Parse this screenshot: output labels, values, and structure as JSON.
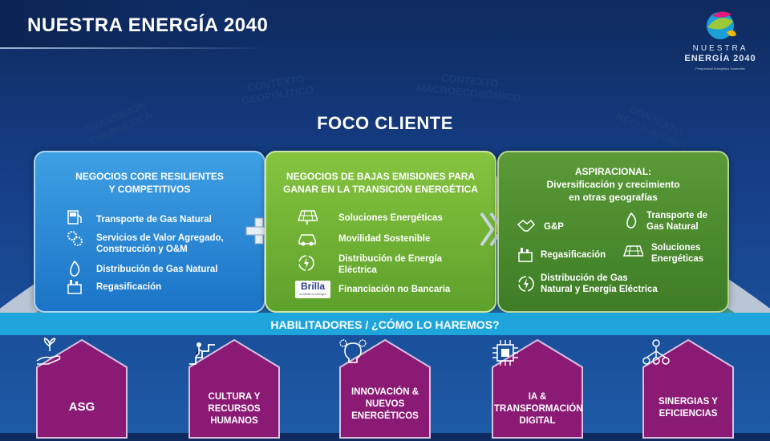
{
  "header": {
    "title": "NUESTRA ENERGÍA 2040"
  },
  "logo": {
    "line1": "NUESTRA",
    "line2": "ENERGÍA 2040",
    "line3": "Prosperidad Energética Sostenible"
  },
  "arc": {
    "labels": [
      {
        "text_1": "TRANSICIÓN",
        "text_2": "ENERGÉTICA"
      },
      {
        "text_1": "CONTEXTO",
        "text_2": "GEOPOLÍTICO"
      },
      {
        "text_1": "CONTEXTO",
        "text_2": "MACROECONÓMICO"
      },
      {
        "text_1": "CONTEXTO",
        "text_2": "REGULATORIO"
      }
    ],
    "center": "FOCO CLIENTE"
  },
  "boxes": {
    "core": {
      "title_1": "NEGOCIOS CORE RESILIENTES",
      "title_2": "Y COMPETITIVOS",
      "items": [
        {
          "label": "Transporte de Gas Natural",
          "icon": "gas-pump-icon"
        },
        {
          "label_1": "Servicios de Valor Agregado,",
          "label_2": "Construcción y O&M",
          "icon": "gears-icon"
        },
        {
          "label": "Distribución de Gas Natural",
          "icon": "flame-icon"
        },
        {
          "label": "Regasificación",
          "icon": "plant-icon"
        }
      ]
    },
    "low": {
      "title_1": "NEGOCIOS DE BAJAS EMISIONES PARA",
      "title_2": "GANAR EN LA TRANSICIÓN ENERGÉTICA",
      "items": [
        {
          "label": "Soluciones Energéticas",
          "icon": "solar-panel-icon"
        },
        {
          "label": "Movilidad Sostenible",
          "icon": "car-icon"
        },
        {
          "label_1": "Distribución de Energía",
          "label_2": "Eléctrica",
          "icon": "electric-cycle-icon"
        },
        {
          "label": "Financiación no Bancaria",
          "icon": "brilla-logo",
          "brand": "Brilla",
          "brand_sub": "conecta tu energía"
        }
      ]
    },
    "asp": {
      "title_1": "ASPIRACIONAL:",
      "title_2": "Diversificación y crecimiento",
      "title_3": "en otras geografías",
      "items": [
        {
          "label": "G&P",
          "icon": "handshake-icon"
        },
        {
          "label_1": "Transporte de",
          "label_2": "Gas Natural",
          "icon": "pipeline-icon"
        },
        {
          "label": "Regasificación",
          "icon": "plant-icon"
        },
        {
          "label_1": "Soluciones",
          "label_2": "Energéticas",
          "icon": "solar-panel-icon"
        },
        {
          "label_1": "Distribución de Gas",
          "label_2": "Natural y Energía Eléctrica",
          "icon": "electric-cycle-icon"
        }
      ]
    }
  },
  "habilitadores": {
    "title": "HABILITADORES / ¿CÓMO LO HAREMOS?",
    "items": [
      {
        "label_1": "ASG",
        "icon": "plant-hand-icon"
      },
      {
        "label_1": "CULTURA Y",
        "label_2": "RECURSOS",
        "label_3": "HUMANOS",
        "icon": "stairs-person-icon"
      },
      {
        "label_1": "INNOVACIÓN &",
        "label_2": "NUEVOS",
        "label_3": "ENERGÉTICOS",
        "icon": "lightbulb-gears-icon"
      },
      {
        "label_1": "IA &",
        "label_2": "TRANSFORMACIÓN",
        "label_3": "DIGITAL",
        "icon": "chip-icon"
      },
      {
        "label_1": "SINERGIAS Y",
        "label_2": "EFICIENCIAS",
        "icon": "network-icon"
      }
    ]
  },
  "colors": {
    "navy": "#0f2a5e",
    "blue_box": "#1b74c7",
    "green_box": "#5ea12b",
    "dark_green_box": "#3e7d26",
    "cyan_bar": "#1ea6dc",
    "purple": "#8a1a74"
  }
}
